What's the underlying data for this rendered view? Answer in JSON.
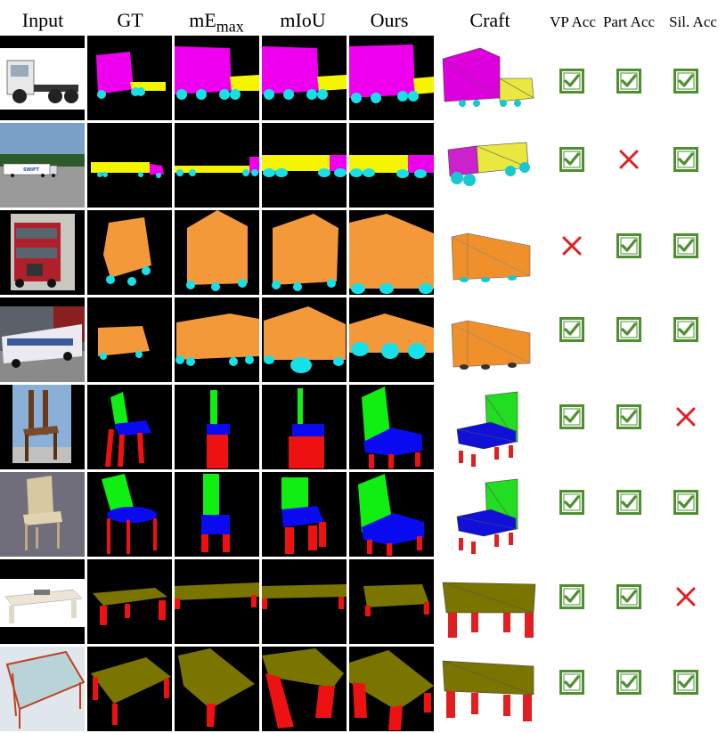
{
  "headers": {
    "input": "Input",
    "gt": "GT",
    "memax_base": "mE",
    "memax_sub": "max",
    "miou": "mIoU",
    "ours": "Ours",
    "craft": "Craft",
    "vp_acc": "VP Acc",
    "part_acc": "Part Acc",
    "sil_acc": "Sil. Acc"
  },
  "colors": {
    "magenta": "#ee00ee",
    "yellow": "#f5f500",
    "cyan": "#18e0e8",
    "orange": "#f4993a",
    "green": "#11ee11",
    "blue": "#0a0af0",
    "red": "#ee1111",
    "olive": "#7a7400",
    "check_green": "#4e8f30",
    "cross_red": "#e02020"
  },
  "rows": [
    {
      "category": "truck-1",
      "vp": "check",
      "part": "check",
      "sil": "check"
    },
    {
      "category": "truck-2",
      "vp": "check",
      "part": "cross",
      "sil": "check"
    },
    {
      "category": "bus-1",
      "vp": "cross",
      "part": "check",
      "sil": "check"
    },
    {
      "category": "bus-2",
      "vp": "check",
      "part": "check",
      "sil": "check"
    },
    {
      "category": "chair-1",
      "vp": "check",
      "part": "check",
      "sil": "cross"
    },
    {
      "category": "chair-2",
      "vp": "check",
      "part": "check",
      "sil": "check"
    },
    {
      "category": "table-1",
      "vp": "check",
      "part": "check",
      "sil": "cross"
    },
    {
      "category": "table-2",
      "vp": "check",
      "part": "check",
      "sil": "check"
    }
  ]
}
